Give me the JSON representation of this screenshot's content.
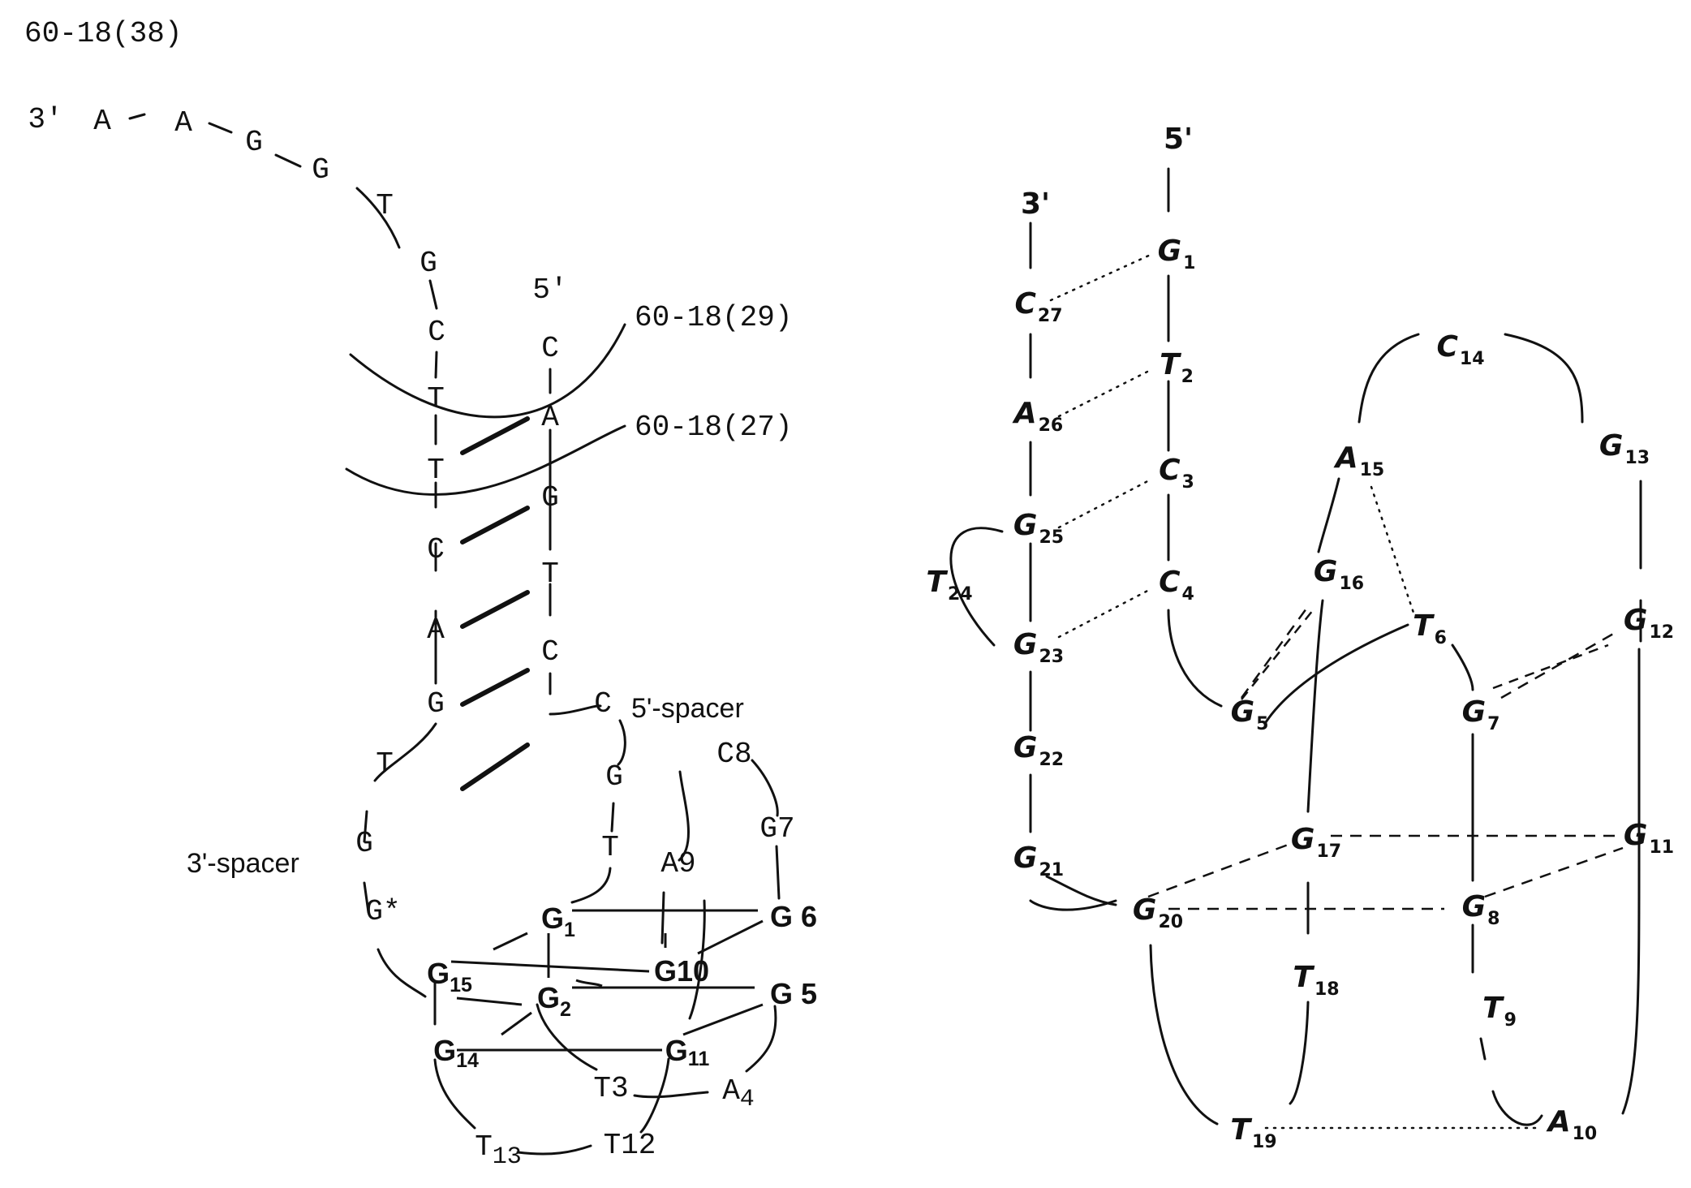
{
  "title": "60-18(38)",
  "left": {
    "five_prime": "5'",
    "three_prime": "3'",
    "labels": [
      "60-18(29)",
      "60-18(27)",
      "5'-spacer",
      "3'-spacer"
    ],
    "bases": [
      {
        "b": "A"
      },
      {
        "b": "A"
      },
      {
        "b": "G"
      },
      {
        "b": "G"
      },
      {
        "b": "T"
      },
      {
        "b": "G"
      },
      {
        "b": "C"
      },
      {
        "b": "T"
      },
      {
        "b": "T"
      },
      {
        "b": "C"
      },
      {
        "b": "A"
      },
      {
        "b": "G"
      },
      {
        "b": "C"
      },
      {
        "b": "A"
      },
      {
        "b": "G"
      },
      {
        "b": "T"
      },
      {
        "b": "C"
      },
      {
        "b": "C"
      },
      {
        "b": "G"
      },
      {
        "b": "T"
      },
      {
        "b": "T"
      },
      {
        "b": "G"
      },
      {
        "b": "G*"
      },
      {
        "b": "C",
        "n": "8"
      },
      {
        "b": "G",
        "n": "7"
      },
      {
        "b": "A",
        "n": "9"
      },
      {
        "b": "T",
        "n": "3"
      },
      {
        "b": "A",
        "n": "4"
      },
      {
        "b": "T",
        "n": "13"
      },
      {
        "b": "T",
        "n": "12"
      }
    ],
    "quartet_bases": [
      {
        "b": "G",
        "n": "1"
      },
      {
        "b": "G",
        "n": "6"
      },
      {
        "b": "G",
        "n": "15"
      },
      {
        "b": "G",
        "n": "10"
      },
      {
        "b": "G",
        "n": "2"
      },
      {
        "b": "G",
        "n": "5"
      },
      {
        "b": "G",
        "n": "14"
      },
      {
        "b": "G",
        "n": "11"
      }
    ]
  },
  "right": {
    "five_prime": "5'",
    "three_prime": "3'",
    "bases": [
      {
        "b": "G",
        "n": "1"
      },
      {
        "b": "T",
        "n": "2"
      },
      {
        "b": "C",
        "n": "3"
      },
      {
        "b": "C",
        "n": "4"
      },
      {
        "b": "G",
        "n": "5"
      },
      {
        "b": "T",
        "n": "6"
      },
      {
        "b": "G",
        "n": "7"
      },
      {
        "b": "G",
        "n": "8"
      },
      {
        "b": "T",
        "n": "9"
      },
      {
        "b": "A",
        "n": "10"
      },
      {
        "b": "G",
        "n": "11"
      },
      {
        "b": "G",
        "n": "12"
      },
      {
        "b": "G",
        "n": "13"
      },
      {
        "b": "C",
        "n": "14"
      },
      {
        "b": "A",
        "n": "15"
      },
      {
        "b": "G",
        "n": "16"
      },
      {
        "b": "G",
        "n": "17"
      },
      {
        "b": "T",
        "n": "18"
      },
      {
        "b": "T",
        "n": "19"
      },
      {
        "b": "G",
        "n": "20"
      },
      {
        "b": "G",
        "n": "21"
      },
      {
        "b": "G",
        "n": "22"
      },
      {
        "b": "G",
        "n": "23"
      },
      {
        "b": "T",
        "n": "24"
      },
      {
        "b": "G",
        "n": "25"
      },
      {
        "b": "A",
        "n": "26"
      },
      {
        "b": "C",
        "n": "27"
      }
    ]
  }
}
